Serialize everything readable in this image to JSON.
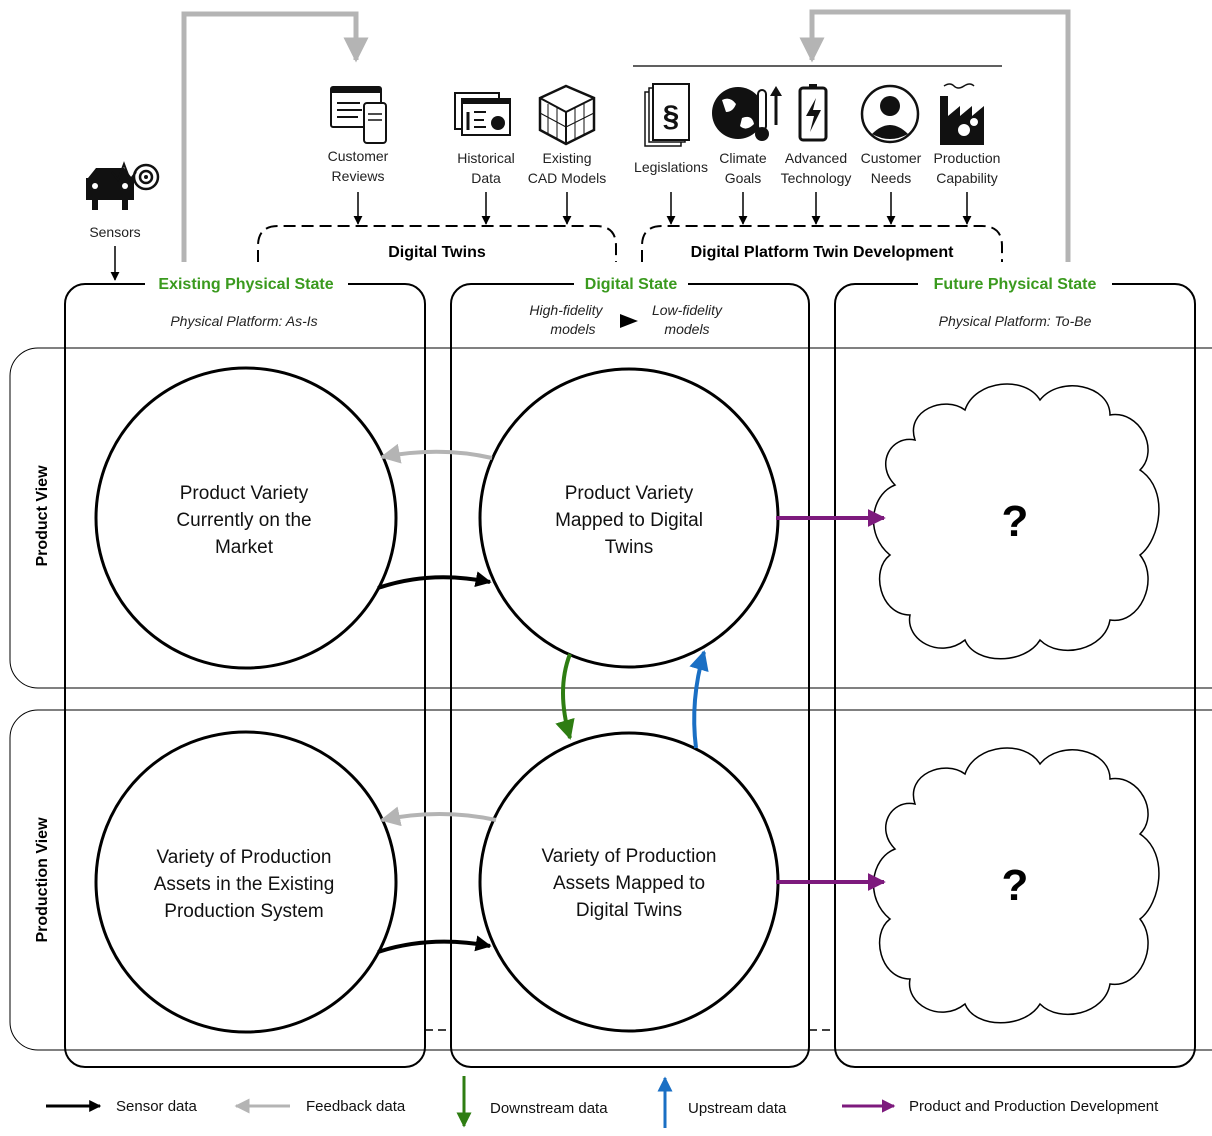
{
  "inputs": {
    "sensors": "Sensors",
    "customer_reviews": [
      "Customer",
      "Reviews"
    ],
    "historical_data": [
      "Historical",
      "Data"
    ],
    "existing_cad": [
      "Existing",
      "CAD Models"
    ],
    "legislations": "Legislations",
    "climate_goals": [
      "Climate",
      "Goals"
    ],
    "advanced_tech": [
      "Advanced",
      "Technology"
    ],
    "customer_needs": [
      "Customer",
      "Needs"
    ],
    "production_capability": [
      "Production",
      "Capability"
    ]
  },
  "groups": {
    "digital_twins": "Digital Twins",
    "platform_twin_dev": "Digital Platform Twin Development"
  },
  "columns": {
    "existing": {
      "title": "Existing Physical State",
      "subtitle": "Physical Platform: As-Is"
    },
    "digital": {
      "title": "Digital State",
      "sub_left": [
        "High-fidelity",
        "models"
      ],
      "sub_right": [
        "Low-fidelity",
        "models"
      ]
    },
    "future": {
      "title": "Future Physical State",
      "subtitle": "Physical Platform: To-Be"
    }
  },
  "views": {
    "product": "Product View",
    "production": "Production View"
  },
  "circles": {
    "product_market": [
      "Product Variety",
      "Currently on the",
      "Market"
    ],
    "product_twins": [
      "Product Variety",
      "Mapped to Digital",
      "Twins"
    ],
    "production_existing": [
      "Variety of Production",
      "Assets in the Existing",
      "Production System"
    ],
    "production_twins": [
      "Variety of Production",
      "Assets Mapped to",
      "Digital Twins"
    ]
  },
  "unknown_mark": "?",
  "legend": {
    "sensor": "Sensor data",
    "feedback": "Feedback data",
    "downstream": "Downstream data",
    "upstream": "Upstream data",
    "development": "Product and Production Development"
  },
  "colors": {
    "sensor": "#000000",
    "feedback": "#b4b4b4",
    "downstream": "#2e7d12",
    "upstream": "#1a6fc4",
    "development": "#7d1a7d",
    "section_title": "#3a9a1e"
  }
}
